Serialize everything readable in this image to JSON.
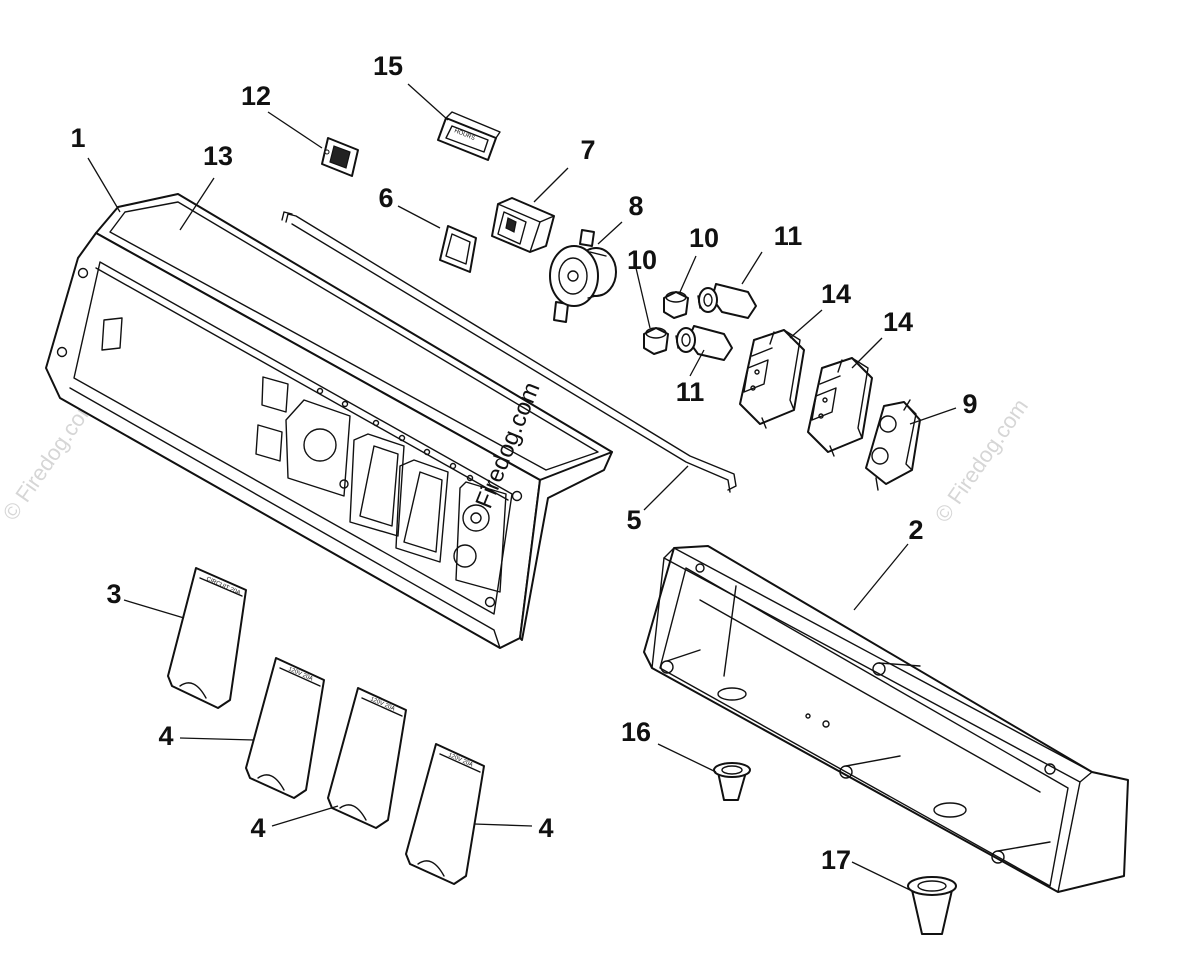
{
  "diagram": {
    "callouts": [
      {
        "id": "1",
        "label": "1"
      },
      {
        "id": "2",
        "label": "2"
      },
      {
        "id": "3",
        "label": "3"
      },
      {
        "id": "4a",
        "label": "4"
      },
      {
        "id": "4b",
        "label": "4"
      },
      {
        "id": "4c",
        "label": "4"
      },
      {
        "id": "5",
        "label": "5"
      },
      {
        "id": "6",
        "label": "6"
      },
      {
        "id": "7",
        "label": "7"
      },
      {
        "id": "8",
        "label": "8"
      },
      {
        "id": "9",
        "label": "9"
      },
      {
        "id": "10a",
        "label": "10"
      },
      {
        "id": "10b",
        "label": "10"
      },
      {
        "id": "11a",
        "label": "11"
      },
      {
        "id": "11b",
        "label": "11"
      },
      {
        "id": "12",
        "label": "12"
      },
      {
        "id": "13",
        "label": "13"
      },
      {
        "id": "14a",
        "label": "14"
      },
      {
        "id": "14b",
        "label": "14"
      },
      {
        "id": "15",
        "label": "15"
      },
      {
        "id": "16",
        "label": "16"
      },
      {
        "id": "17",
        "label": "17"
      }
    ],
    "watermark": {
      "center": "Firedog.com",
      "left": "© Firedog.com",
      "right": "© Firedog.com"
    }
  }
}
